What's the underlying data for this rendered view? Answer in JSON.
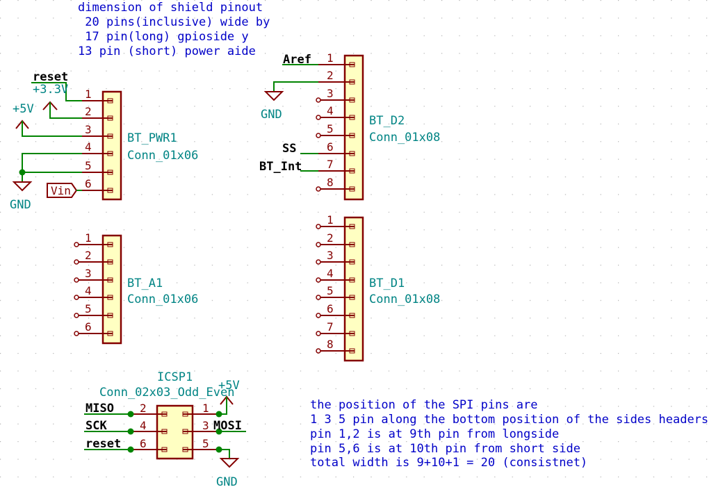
{
  "notes": {
    "top": [
      "dimension of shield pinout",
      " 20 pins(inclusive) wide by",
      " 17 pin(long) gpioside y",
      "13 pin (short) power aide"
    ],
    "spi": [
      "the position of the SPI pins are",
      "1 3 5 pin along the bottom position of the sides headers",
      "pin 1,2 is at 9th pin from longside",
      "pin 5,6 is at 10th pin from short side",
      "total width is 9+10+1 = 20 (consistnet)"
    ]
  },
  "components": {
    "bt_pwr1": {
      "ref": "BT_PWR1",
      "value": "Conn_01x06",
      "pins": [
        "1",
        "2",
        "3",
        "4",
        "5",
        "6"
      ]
    },
    "bt_a1": {
      "ref": "BT_A1",
      "value": "Conn_01x06",
      "pins": [
        "1",
        "2",
        "3",
        "4",
        "5",
        "6"
      ]
    },
    "bt_d2": {
      "ref": "BT_D2",
      "value": "Conn_01x08",
      "pins": [
        "1",
        "2",
        "3",
        "4",
        "5",
        "6",
        "7",
        "8"
      ]
    },
    "bt_d1": {
      "ref": "BT_D1",
      "value": "Conn_01x08",
      "pins": [
        "1",
        "2",
        "3",
        "4",
        "5",
        "6",
        "7",
        "8"
      ]
    },
    "icsp1": {
      "ref": "ICSP1",
      "value": "Conn_02x03_Odd_Even",
      "pins": [
        "1",
        "2",
        "3",
        "4",
        "5",
        "6"
      ]
    }
  },
  "nets": {
    "reset_pwr": "reset",
    "v33": "+3.3V",
    "v5_left": "+5V",
    "gnd_left": "GND",
    "vin": "Vin",
    "aref": "Aref",
    "gnd_d2": "GND",
    "ss": "SS",
    "bt_int": "BT_Int",
    "miso": "MISO",
    "sck": "SCK",
    "reset_icsp": "reset",
    "mosi": "MOSI",
    "v5_icsp": "+5V",
    "gnd_icsp": "GND"
  },
  "colors": {
    "wire": "#008400",
    "pin": "#840000",
    "body_fill": "#ffffc2",
    "note_text": "#0000c8",
    "ref_text": "#008484"
  }
}
